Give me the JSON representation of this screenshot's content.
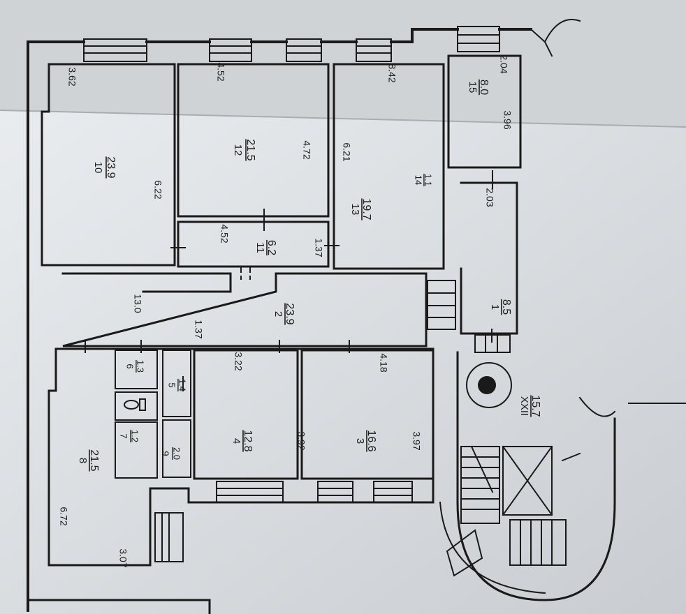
{
  "rooms": [
    {
      "id": "r10",
      "number": "10",
      "area": "23.9",
      "dims": [
        "6.22",
        "3.62"
      ]
    },
    {
      "id": "r12",
      "number": "12",
      "area": "21.5",
      "dims": [
        "4.72",
        "4.52"
      ]
    },
    {
      "id": "r13",
      "number": "13",
      "area": "19.7",
      "dims": [
        "6.21",
        "8.42"
      ]
    },
    {
      "id": "r14",
      "number": "14",
      "area": "1.1",
      "dims": []
    },
    {
      "id": "r15",
      "number": "15",
      "area": "8.0",
      "dims": [
        "3.96",
        "2.04"
      ]
    },
    {
      "id": "r11",
      "number": "11",
      "area": "6.2",
      "dims": [
        "4.52",
        "1.37"
      ]
    },
    {
      "id": "r2",
      "number": "2",
      "area": "23.9",
      "dims": [
        "13.0",
        "1.37"
      ]
    },
    {
      "id": "r1",
      "number": "1",
      "area": "8.5",
      "dims": [
        "2.03"
      ]
    },
    {
      "id": "r6",
      "number": "6",
      "area": "1.3",
      "dims": []
    },
    {
      "id": "r5",
      "number": "5",
      "area": "1.4",
      "dims": []
    },
    {
      "id": "r7",
      "number": "7",
      "area": "1.2",
      "dims": []
    },
    {
      "id": "r9",
      "number": "9",
      "area": "2.0",
      "dims": []
    },
    {
      "id": "r4",
      "number": "4",
      "area": "12.8",
      "dims": [
        "3.92",
        "3.22"
      ]
    },
    {
      "id": "r3",
      "number": "3",
      "area": "16.6",
      "dims": [
        "3.97",
        "4.18"
      ]
    },
    {
      "id": "r8",
      "number": "8",
      "area": "21.5",
      "dims": [
        "6.72",
        "3.07"
      ]
    },
    {
      "id": "rxxii",
      "number": "XXII",
      "area": "15.7",
      "dims": []
    }
  ]
}
